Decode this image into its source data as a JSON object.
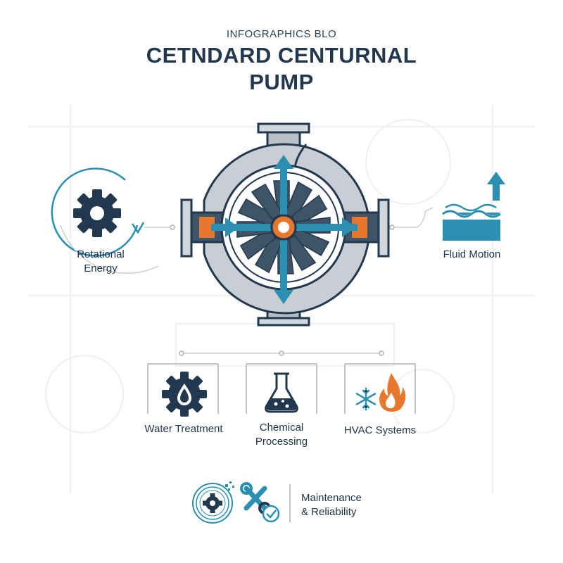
{
  "header": {
    "kicker": "INFOGRAPHICS BLO",
    "title_line1": "CETNDARD CENTURNAL",
    "title_line2": "PUMP"
  },
  "callouts": {
    "left": {
      "line1": "Rotational",
      "line2": "Energy"
    },
    "right": {
      "label": "Fluid Motion"
    }
  },
  "applications": [
    {
      "label": "Water Treatment"
    },
    {
      "line1": "Chemical",
      "line2": "Processing"
    },
    {
      "label": "HVAC Systems"
    }
  ],
  "footer": {
    "line1": "Maintenance",
    "line2": "& Reliability"
  },
  "colors": {
    "navy": "#22384f",
    "teal": "#2a8fb0",
    "orange": "#e8772e",
    "gray": "#c9ced4"
  }
}
